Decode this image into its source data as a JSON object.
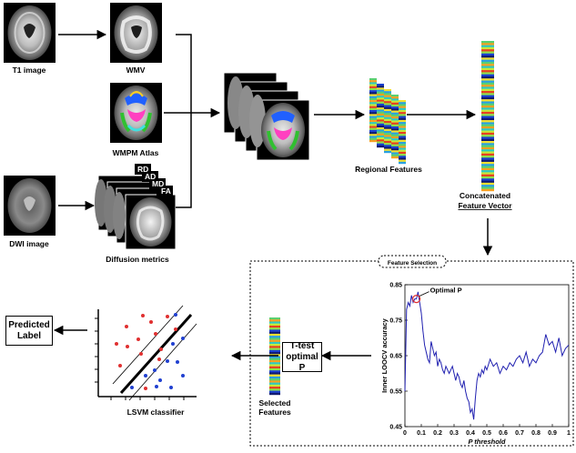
{
  "labels": {
    "t1_image": "T1 image",
    "wmv": "WMV",
    "wmpm_atlas": "WMPM Atlas",
    "dwi_image": "DWI image",
    "diffusion_metrics": "Diffusion metrics",
    "regional_features": "Regional Features",
    "concat_line1": "Concatenated",
    "concat_line2": "Feature Vector",
    "feature_selection": "Feature Selection",
    "selected_line1": "Selected",
    "selected_line2": "Features",
    "lsvm": "LSVM classifier",
    "predicted_line1": "Predicted",
    "predicted_line2": "Label",
    "ttest_line1": "T-test",
    "ttest_line2": "optimal P",
    "metric_rd": "RD",
    "metric_ad": "AD",
    "metric_md": "MD",
    "metric_fa": "FA"
  },
  "chart_data": {
    "type": "line",
    "xlabel": "P threshold",
    "ylabel": "Inner LOOCV accuracy",
    "xlim": [
      0,
      1
    ],
    "ylim": [
      0.45,
      0.85
    ],
    "xticks": [
      "0",
      "0.1",
      "0.2",
      "0.3",
      "0.4",
      "0.5",
      "0.6",
      "0.7",
      "0.8",
      "0.9",
      "1"
    ],
    "yticks": [
      "0.45",
      "0.55",
      "0.65",
      "0.75",
      "0.85"
    ],
    "annotation": "Optimal P",
    "optimal_point": {
      "x": 0.07,
      "y": 0.81
    },
    "series": [
      {
        "values": [
          [
            0.0,
            0.55
          ],
          [
            0.01,
            0.78
          ],
          [
            0.02,
            0.8
          ],
          [
            0.03,
            0.79
          ],
          [
            0.04,
            0.82
          ],
          [
            0.05,
            0.8
          ],
          [
            0.06,
            0.81
          ],
          [
            0.07,
            0.81
          ],
          [
            0.08,
            0.83
          ],
          [
            0.09,
            0.8
          ],
          [
            0.1,
            0.77
          ],
          [
            0.11,
            0.72
          ],
          [
            0.12,
            0.68
          ],
          [
            0.13,
            0.66
          ],
          [
            0.14,
            0.64
          ],
          [
            0.15,
            0.63
          ],
          [
            0.16,
            0.69
          ],
          [
            0.17,
            0.67
          ],
          [
            0.18,
            0.65
          ],
          [
            0.19,
            0.66
          ],
          [
            0.2,
            0.62
          ],
          [
            0.21,
            0.64
          ],
          [
            0.22,
            0.63
          ],
          [
            0.23,
            0.61
          ],
          [
            0.24,
            0.6
          ],
          [
            0.25,
            0.62
          ],
          [
            0.26,
            0.61
          ],
          [
            0.27,
            0.6
          ],
          [
            0.28,
            0.61
          ],
          [
            0.29,
            0.62
          ],
          [
            0.3,
            0.6
          ],
          [
            0.31,
            0.58
          ],
          [
            0.32,
            0.6
          ],
          [
            0.33,
            0.59
          ],
          [
            0.34,
            0.57
          ],
          [
            0.35,
            0.56
          ],
          [
            0.36,
            0.58
          ],
          [
            0.37,
            0.55
          ],
          [
            0.38,
            0.53
          ],
          [
            0.39,
            0.52
          ],
          [
            0.4,
            0.49
          ],
          [
            0.41,
            0.5
          ],
          [
            0.42,
            0.47
          ],
          [
            0.43,
            0.53
          ],
          [
            0.44,
            0.58
          ],
          [
            0.45,
            0.6
          ],
          [
            0.46,
            0.59
          ],
          [
            0.47,
            0.61
          ],
          [
            0.48,
            0.6
          ],
          [
            0.49,
            0.62
          ],
          [
            0.5,
            0.61
          ],
          [
            0.52,
            0.64
          ],
          [
            0.54,
            0.62
          ],
          [
            0.56,
            0.63
          ],
          [
            0.58,
            0.6
          ],
          [
            0.6,
            0.62
          ],
          [
            0.62,
            0.61
          ],
          [
            0.64,
            0.63
          ],
          [
            0.66,
            0.62
          ],
          [
            0.68,
            0.64
          ],
          [
            0.7,
            0.65
          ],
          [
            0.72,
            0.63
          ],
          [
            0.74,
            0.66
          ],
          [
            0.76,
            0.62
          ],
          [
            0.78,
            0.64
          ],
          [
            0.8,
            0.63
          ],
          [
            0.82,
            0.65
          ],
          [
            0.84,
            0.66
          ],
          [
            0.86,
            0.71
          ],
          [
            0.88,
            0.68
          ],
          [
            0.9,
            0.69
          ],
          [
            0.92,
            0.66
          ],
          [
            0.94,
            0.7
          ],
          [
            0.96,
            0.65
          ],
          [
            0.98,
            0.67
          ],
          [
            1.0,
            0.68
          ]
        ]
      }
    ]
  }
}
